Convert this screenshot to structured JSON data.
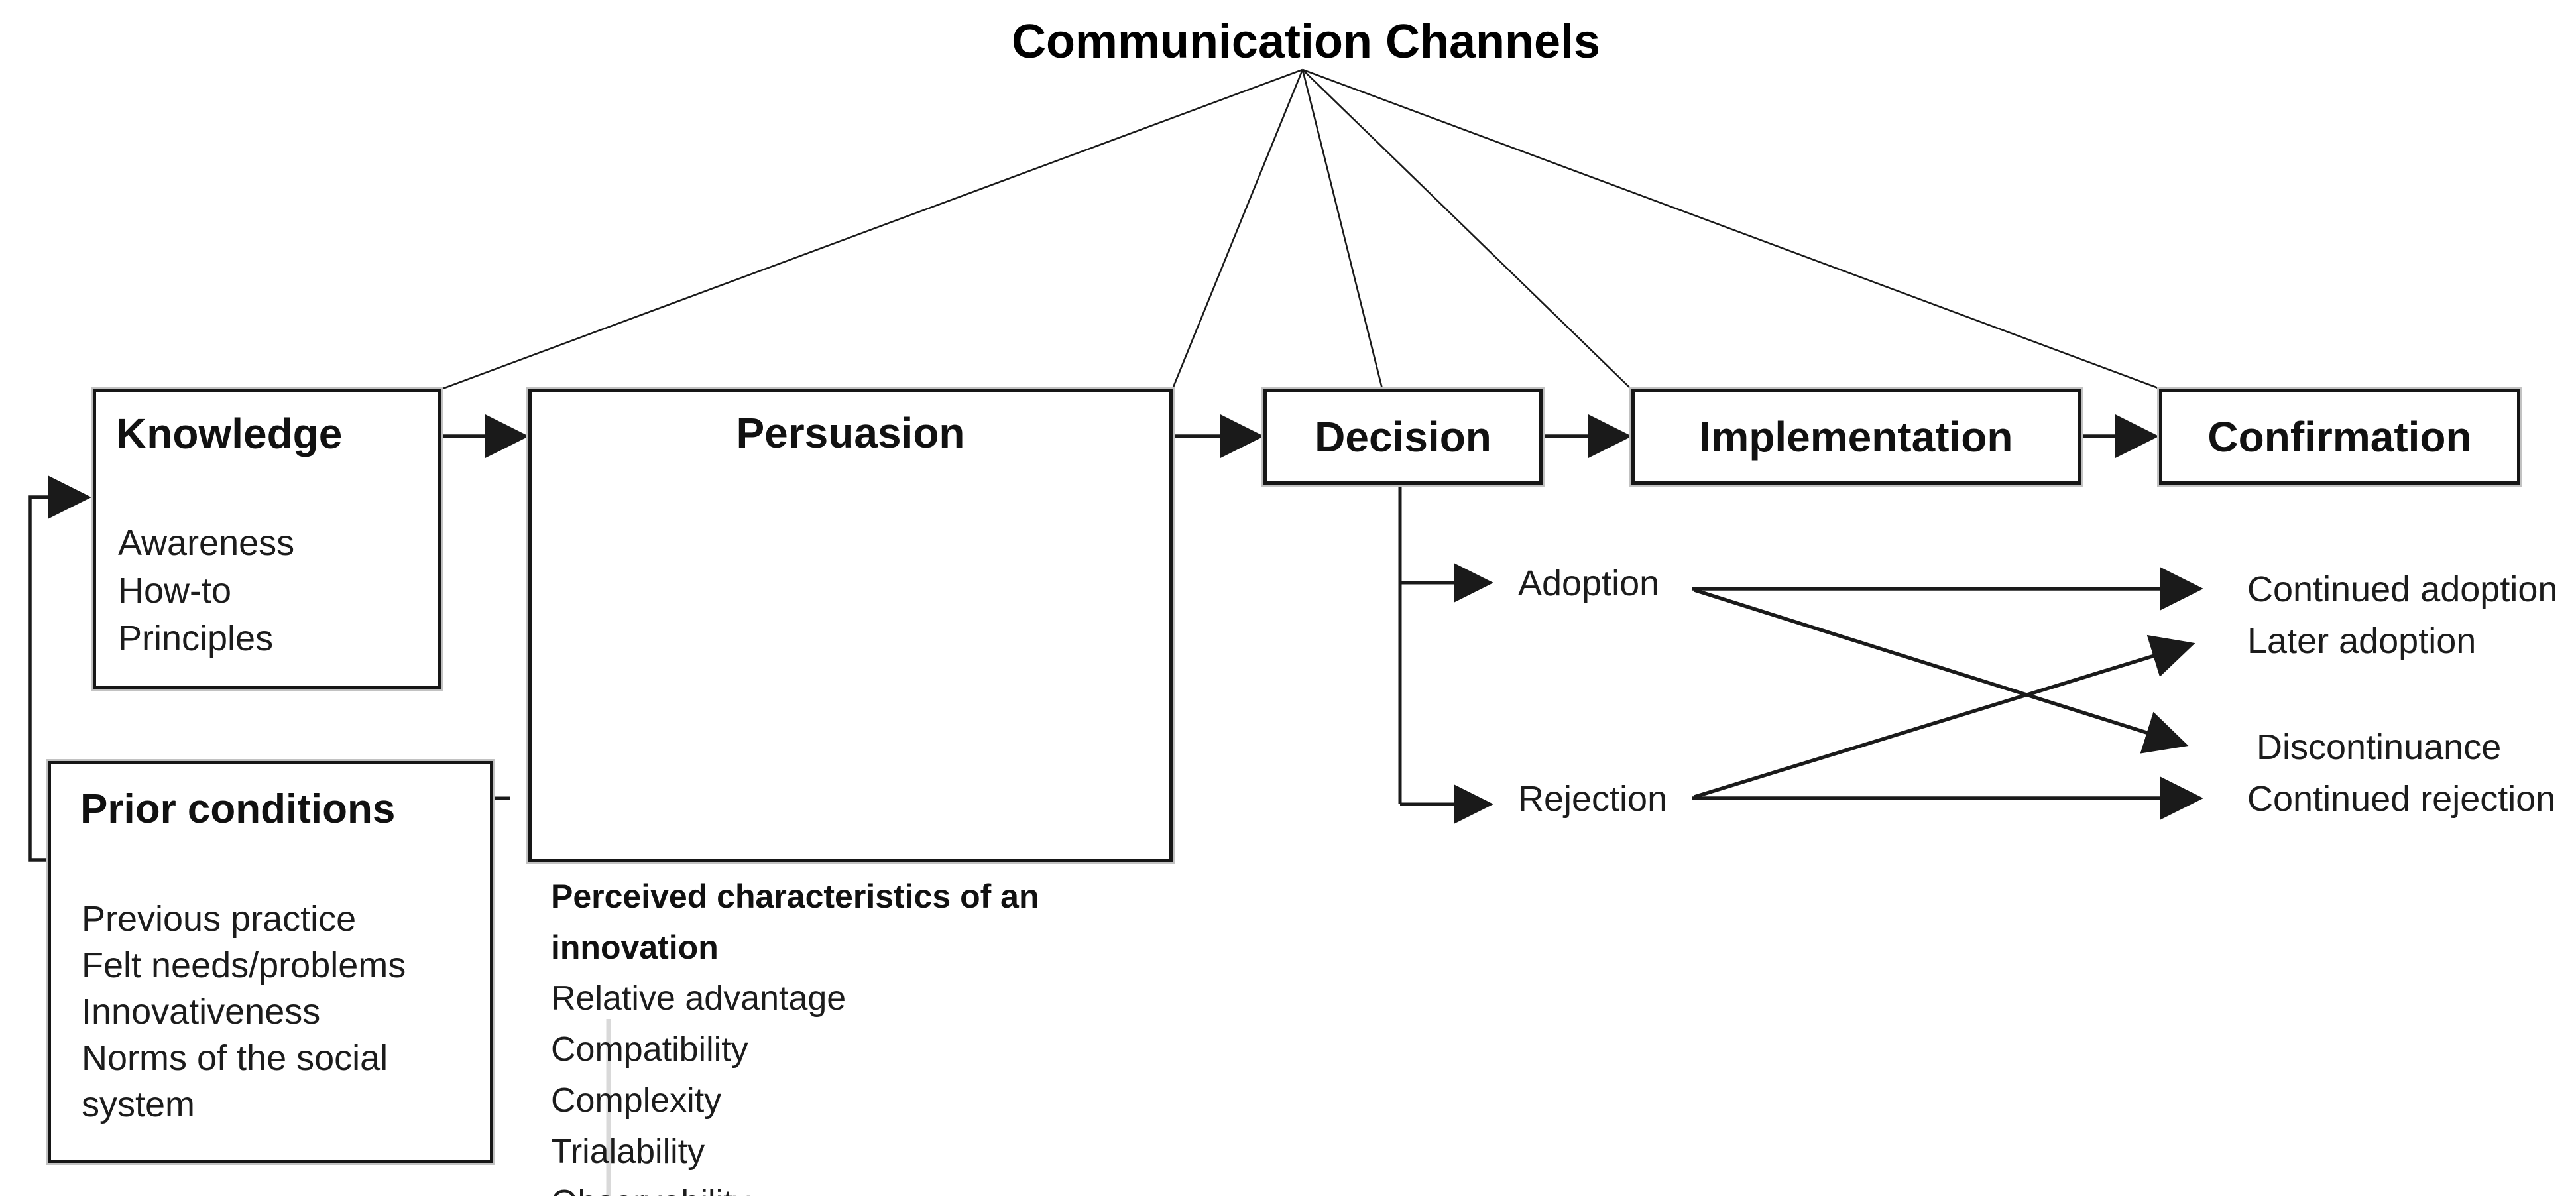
{
  "title": "Communication Channels",
  "stages": [
    {
      "label": "Knowledge",
      "items": [
        "Awareness",
        "How-to",
        "Principles"
      ]
    },
    {
      "label": "Persuasion",
      "subheading": "Perceived characteristics of an innovation",
      "items": [
        "Relative advantage",
        "Compatibility",
        "Complexity",
        "Trialability",
        "Observability"
      ]
    },
    {
      "label": "Decision"
    },
    {
      "label": "Implementation"
    },
    {
      "label": "Confirmation"
    }
  ],
  "prior_conditions": {
    "label": "Prior conditions",
    "items": [
      "Previous practice",
      "Felt needs/problems",
      "Innovativeness",
      "Norms of the social system"
    ]
  },
  "branches": {
    "adoption": "Adoption",
    "rejection": "Rejection"
  },
  "outcomes": [
    "Continued adoption",
    "Later adoption",
    "Discontinuance",
    "Continued rejection"
  ],
  "colors": {
    "line": "#1a1a1a",
    "box_border": "#161616",
    "shadow": "#c2c2c2",
    "background": "#ffffff",
    "faint_guide": "#d9d9d9"
  }
}
